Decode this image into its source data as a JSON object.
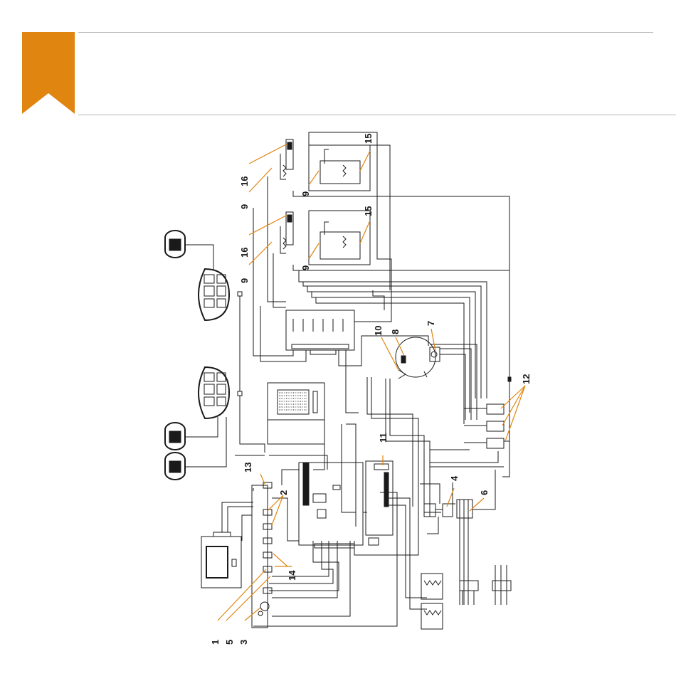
{
  "colors": {
    "accent": "#e0850f",
    "line": "#1a1a1a",
    "rule": "#b8b8b8"
  },
  "header": {
    "bookmark_icon": "bookmark-tab"
  },
  "diagram": {
    "callouts": [
      {
        "id": "c1",
        "label": "1"
      },
      {
        "id": "c5",
        "label": "5"
      },
      {
        "id": "c3",
        "label": "3"
      },
      {
        "id": "c2",
        "label": "2"
      },
      {
        "id": "c14",
        "label": "14"
      },
      {
        "id": "c13",
        "label": "13"
      },
      {
        "id": "c11",
        "label": "11"
      },
      {
        "id": "c4",
        "label": "4"
      },
      {
        "id": "c6",
        "label": "6"
      },
      {
        "id": "c12",
        "label": "12"
      },
      {
        "id": "c10",
        "label": "10"
      },
      {
        "id": "c8",
        "label": "8"
      },
      {
        "id": "c7",
        "label": "7"
      },
      {
        "id": "c16a",
        "label": "16"
      },
      {
        "id": "c9a",
        "label": "9"
      },
      {
        "id": "c9b",
        "label": "9"
      },
      {
        "id": "c15a",
        "label": "15"
      },
      {
        "id": "c16b",
        "label": "16"
      },
      {
        "id": "c9c",
        "label": "9"
      },
      {
        "id": "c9d",
        "label": "9"
      },
      {
        "id": "c15b",
        "label": "15"
      }
    ]
  }
}
